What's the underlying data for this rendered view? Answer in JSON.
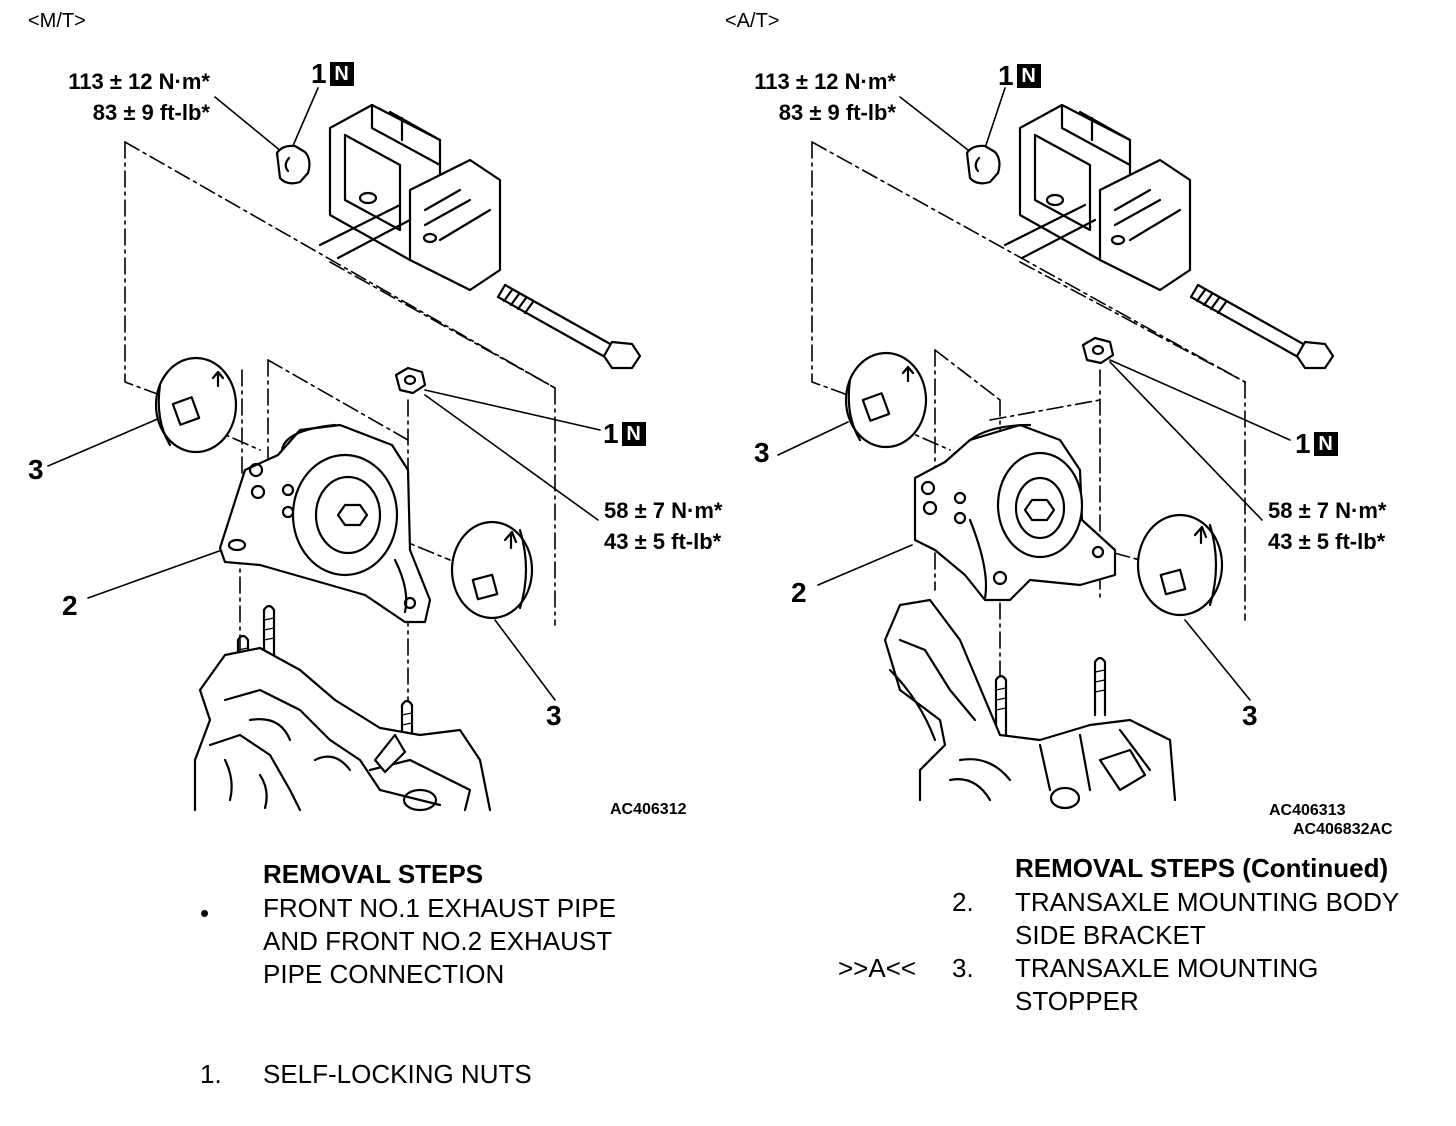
{
  "mt": {
    "title": "<M/T>",
    "torque_top": [
      "113 ± 12 N·m*",
      "83 ± 9 ft-lb*"
    ],
    "torque_mid": [
      "58 ± 7 N·m*",
      "43 ± 5 ft-lb*"
    ],
    "labels": {
      "nut_top": "1",
      "nut_mid": "1",
      "bracket": "2",
      "stopper_left": "3",
      "stopper_right": "3",
      "n_mark": "N"
    },
    "code": "AC406312"
  },
  "at": {
    "title": "<A/T>",
    "torque_top": [
      "113 ± 12 N·m*",
      "83 ± 9 ft-lb*"
    ],
    "torque_mid": [
      "58 ± 7 N·m*",
      "43 ± 5 ft-lb*"
    ],
    "labels": {
      "nut_top": "1",
      "nut_mid": "1",
      "bracket": "2",
      "stopper_left": "3",
      "stopper_right": "3",
      "n_mark": "N"
    },
    "codes": [
      "AC406313",
      "AC406832AC"
    ]
  },
  "steps_left": {
    "title": "REMOVAL STEPS",
    "bullet": "•",
    "item_a": [
      "FRONT NO.1 EXHAUST PIPE",
      "AND FRONT NO.2 EXHAUST",
      "PIPE CONNECTION"
    ],
    "item_1_num": "1.",
    "item_1": "SELF-LOCKING NUTS"
  },
  "steps_right": {
    "title": "REMOVAL STEPS (Continued)",
    "item_2_num": "2.",
    "item_2": [
      "TRANSAXLE MOUNTING BODY",
      "SIDE BRACKET"
    ],
    "item_3_ref": ">>A<<",
    "item_3_num": "3.",
    "item_3": [
      "TRANSAXLE MOUNTING",
      "STOPPER"
    ]
  }
}
